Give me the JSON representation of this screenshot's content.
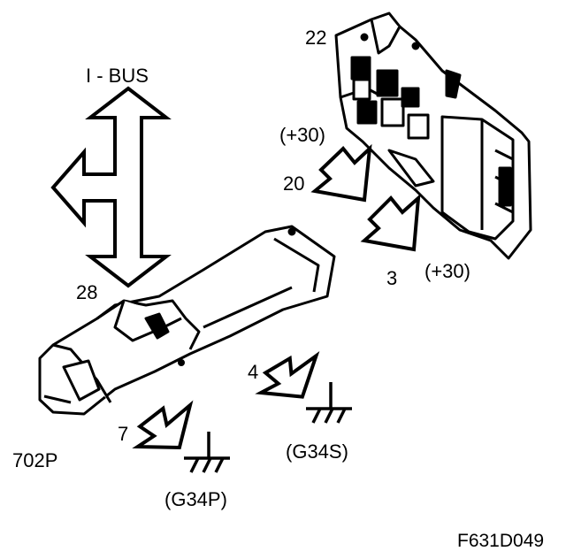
{
  "labels": {
    "ibus": "I - BUS",
    "n22": "22",
    "n30a": "(+30)",
    "n20": "20",
    "n3": "3",
    "n30b": "(+30)",
    "n28": "28",
    "n4": "4",
    "n7": "7",
    "n702p": "702P",
    "g34s": "(G34S)",
    "g34p": "(G34P)",
    "fig_id": "F631D049"
  },
  "icons": {
    "bus_arrow": "double-headed-arrow-with-left-branch",
    "feed_arrow": "hollow-down-right-arrow",
    "ground": "ground-symbol"
  },
  "colors": {
    "ink": "#000000",
    "paper": "#ffffff"
  }
}
